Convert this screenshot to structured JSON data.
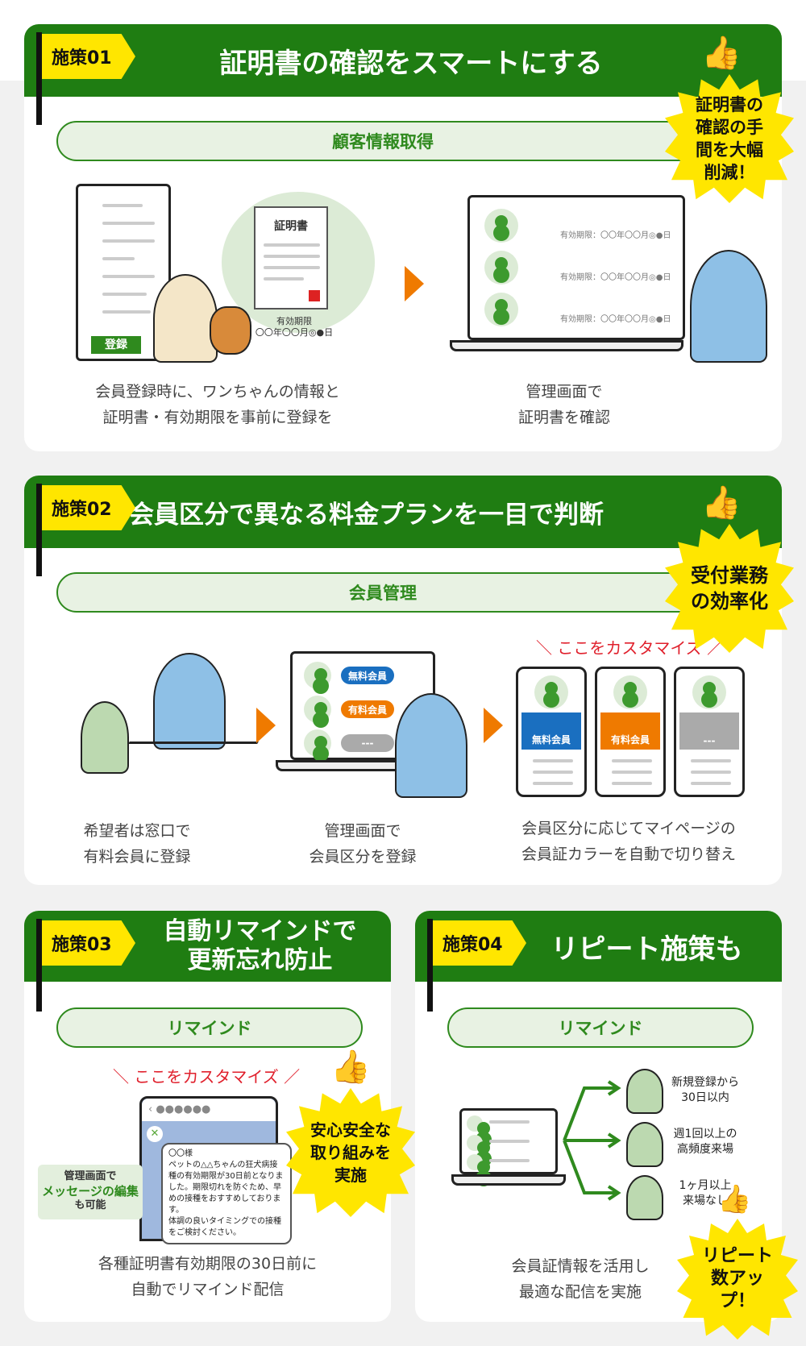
{
  "measure1": {
    "tag": "施策01",
    "title": "証明書の確認をスマートにする",
    "pill": "顧客情報取得",
    "burst": "証明書の確認の手間を大幅削減！",
    "register_btn": "登録",
    "cert_title": "証明書",
    "cert_expiry_label": "有効期限",
    "cert_expiry_value": "〇〇年〇〇月◎●日",
    "list_expiry": "有効期限：〇〇年〇〇月◎●日",
    "caption_left": [
      "会員登録時に、ワンちゃんの情報と",
      "証明書・有効期限を事前に登録を"
    ],
    "caption_right": [
      "管理画面で",
      "証明書を確認"
    ]
  },
  "measure2": {
    "tag": "施策02",
    "title": "会員区分で異なる料金プランを一目で判断",
    "pill": "会員管理",
    "burst": "受付業務の効率化",
    "customize": "＼ ここをカスタマイズ ／",
    "badges": [
      {
        "label": "無料会員",
        "color": "#1a6fc0"
      },
      {
        "label": "有料会員",
        "color": "#ef7a00"
      },
      {
        "label": "---",
        "color": "#aaaaaa"
      }
    ],
    "captions": [
      [
        "希望者は窓口で",
        "有料会員に登録"
      ],
      [
        "管理画面で",
        "会員区分を登録"
      ],
      [
        "会員区分に応じてマイページの",
        "会員証カラーを自動で切り替え"
      ]
    ]
  },
  "measure3": {
    "tag": "施策03",
    "title": [
      "自動リマインドで",
      "更新忘れ防止"
    ],
    "pill": "リマインド",
    "customize": "＼ ここをカスタマイズ ／",
    "burst": "安心安全な取り組みを実施",
    "phone_header": "‹ ●●●●●●",
    "note": [
      "管理画面で",
      "メッセージの編集",
      "も可能"
    ],
    "message": [
      "〇〇様",
      "ペットの△△ちゃんの狂犬病接種の有効期限が30日前となりました。期限切れを防ぐため、早めの接種をおすすめしております。",
      "体調の良いタイミングでの接種をご検討ください。"
    ],
    "caption": [
      "各種証明書有効期限の30日前に",
      "自動でリマインド配信"
    ]
  },
  "measure4": {
    "tag": "施策04",
    "title": "リピート施策も",
    "pill": "リマインド",
    "targets": [
      [
        "新規登録から",
        "30日以内"
      ],
      [
        "週1回以上の",
        "高頻度来場"
      ],
      [
        "1ヶ月以上",
        "来場なし"
      ]
    ],
    "burst": "リピート数アップ！",
    "caption": [
      "会員証情報を活用し",
      "最適な配信を実施"
    ]
  },
  "colors": {
    "green": "#1f7d12",
    "yellow": "#ffe600",
    "orange": "#ef7a00",
    "red": "#e0202c"
  }
}
